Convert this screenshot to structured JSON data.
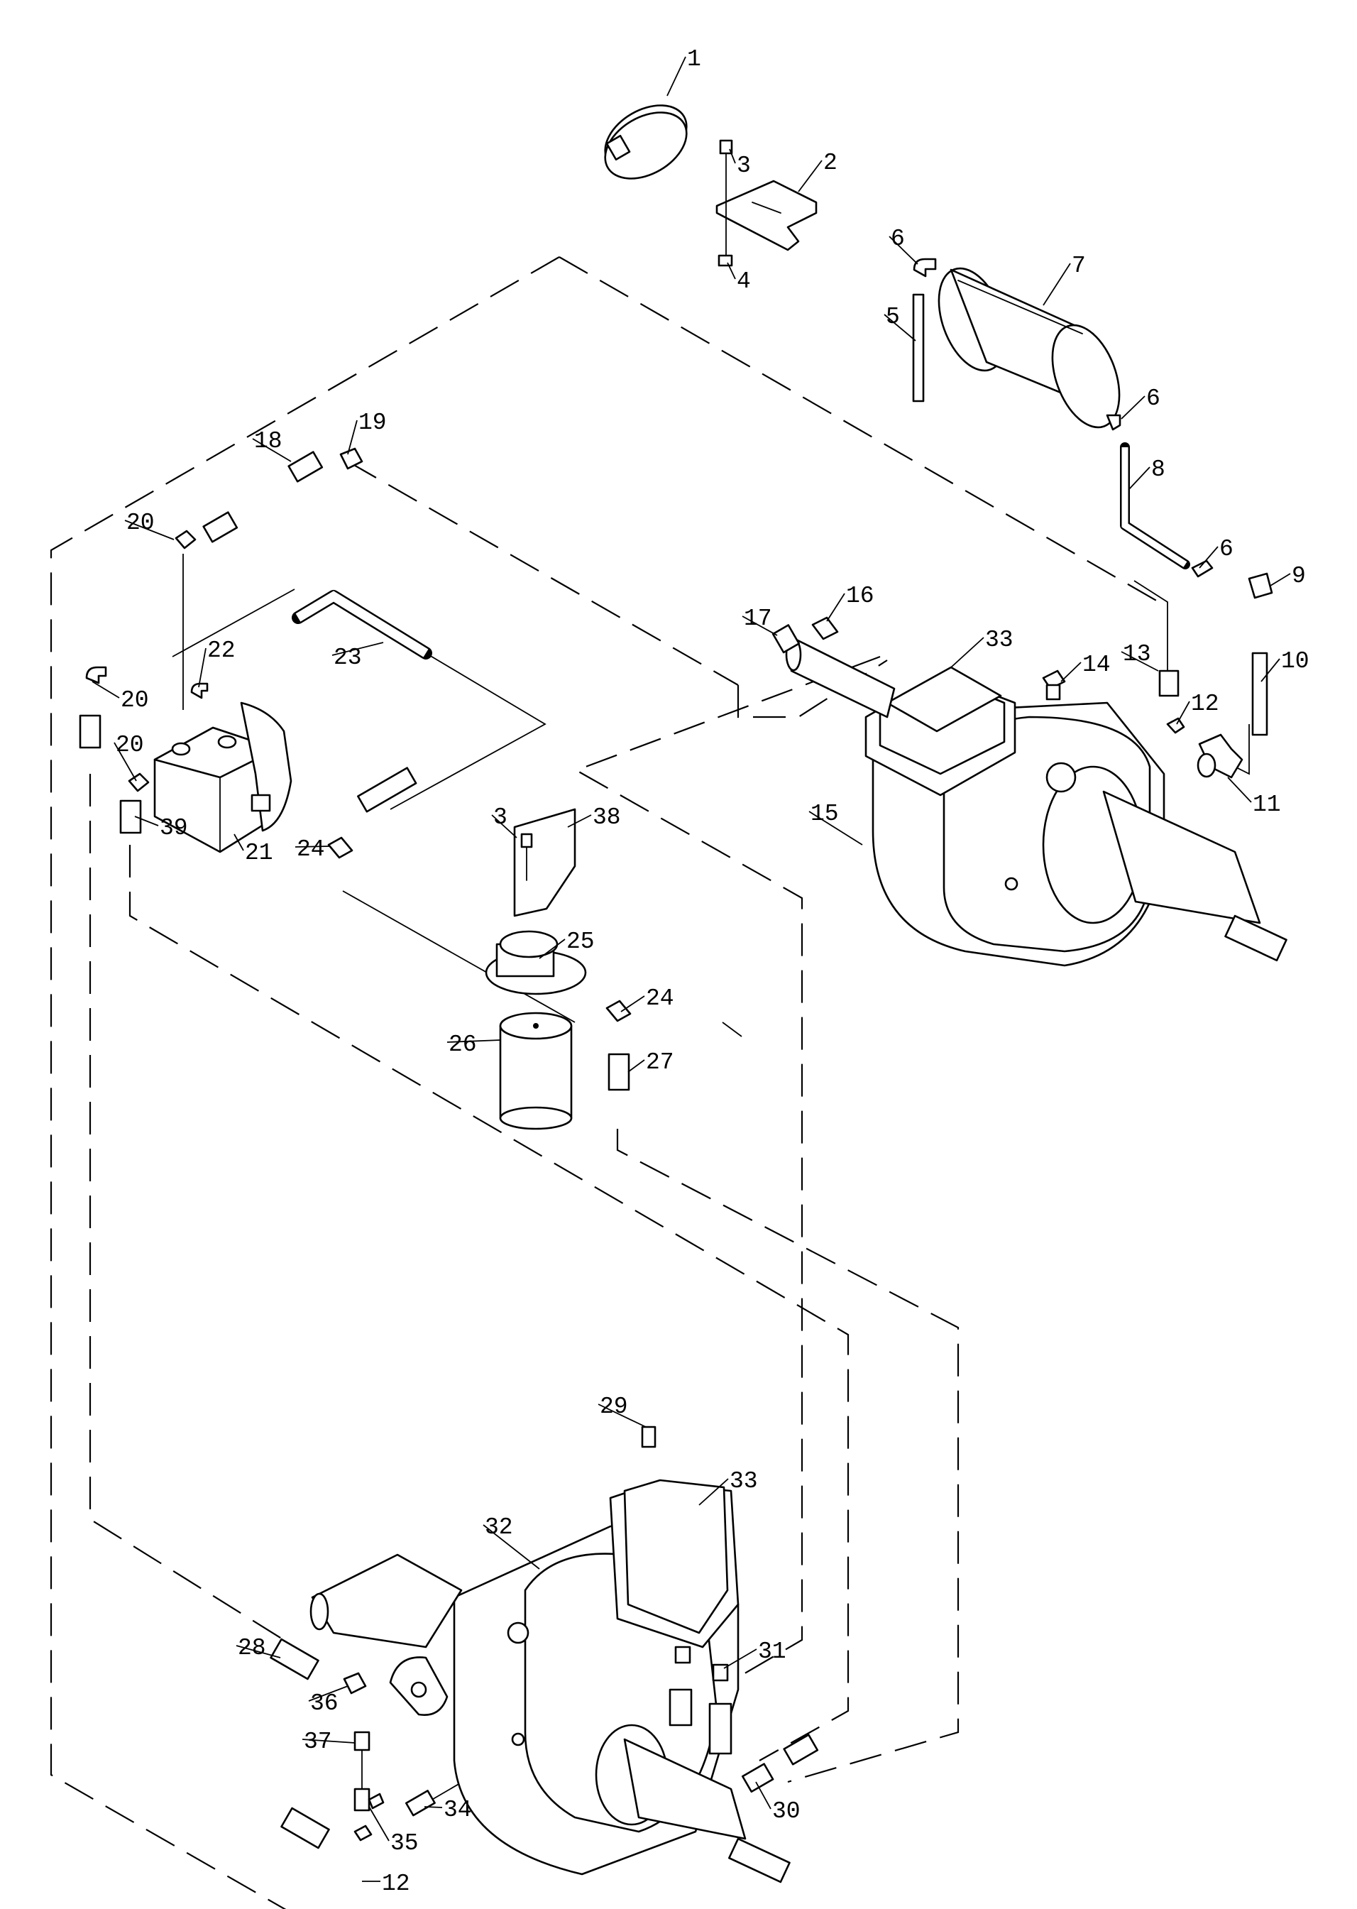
{
  "callouts": [
    {
      "id": "c1",
      "text": "1"
    },
    {
      "id": "c2",
      "text": "2"
    },
    {
      "id": "c3a",
      "text": "3"
    },
    {
      "id": "c3b",
      "text": "3"
    },
    {
      "id": "c4",
      "text": "4"
    },
    {
      "id": "c5",
      "text": "5"
    },
    {
      "id": "c6a",
      "text": "6"
    },
    {
      "id": "c6b",
      "text": "6"
    },
    {
      "id": "c6c",
      "text": "6"
    },
    {
      "id": "c7",
      "text": "7"
    },
    {
      "id": "c8",
      "text": "8"
    },
    {
      "id": "c9",
      "text": "9"
    },
    {
      "id": "c10",
      "text": "10"
    },
    {
      "id": "c11",
      "text": "11"
    },
    {
      "id": "c12a",
      "text": "12"
    },
    {
      "id": "c12b",
      "text": "12"
    },
    {
      "id": "c13",
      "text": "13"
    },
    {
      "id": "c14",
      "text": "14"
    },
    {
      "id": "c15",
      "text": "15"
    },
    {
      "id": "c16",
      "text": "16"
    },
    {
      "id": "c17",
      "text": "17"
    },
    {
      "id": "c18",
      "text": "18"
    },
    {
      "id": "c19",
      "text": "19"
    },
    {
      "id": "c20a",
      "text": "20"
    },
    {
      "id": "c20b",
      "text": "20"
    },
    {
      "id": "c20c",
      "text": "20"
    },
    {
      "id": "c21",
      "text": "21"
    },
    {
      "id": "c22",
      "text": "22"
    },
    {
      "id": "c23",
      "text": "23"
    },
    {
      "id": "c24a",
      "text": "24"
    },
    {
      "id": "c24b",
      "text": "24"
    },
    {
      "id": "c25",
      "text": "25"
    },
    {
      "id": "c26",
      "text": "26"
    },
    {
      "id": "c27",
      "text": "27"
    },
    {
      "id": "c28",
      "text": "28"
    },
    {
      "id": "c29",
      "text": "29"
    },
    {
      "id": "c30",
      "text": "30"
    },
    {
      "id": "c31",
      "text": "31"
    },
    {
      "id": "c32",
      "text": "32"
    },
    {
      "id": "c33a",
      "text": "33"
    },
    {
      "id": "c33b",
      "text": "33"
    },
    {
      "id": "c34",
      "text": "34"
    },
    {
      "id": "c35",
      "text": "35"
    },
    {
      "id": "c36",
      "text": "36"
    },
    {
      "id": "c37",
      "text": "37"
    },
    {
      "id": "c38",
      "text": "38"
    },
    {
      "id": "c39",
      "text": "39"
    }
  ]
}
